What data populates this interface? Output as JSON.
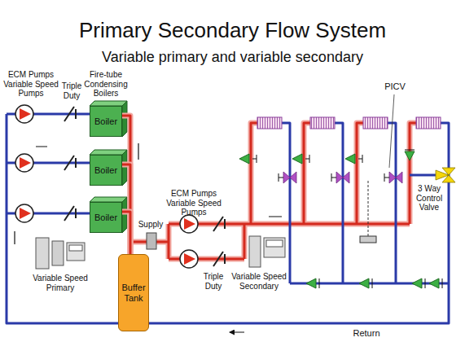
{
  "diagram": {
    "title": "Primary Secondary Flow System",
    "nodes": [
      {
        "text": [
          "Boiler"
        ]
      },
      {
        "text": [
          "Boiler"
        ]
      },
      {
        "text": [
          "Boiler"
        ]
      },
      {
        "text": [
          "Buffer Tank"
        ]
      }
    ],
    "edges": [
      {
        "from": 0,
        "to": 3,
        "arrow": "none"
      },
      {
        "from": 1,
        "to": 3,
        "arrow": "none"
      },
      {
        "from": 2,
        "to": 3,
        "arrow": "none"
      }
    ],
    "labels": [
      "Variable primary and variable secondary",
      "ECM Pumps Variable Speed Pumps",
      "Triple Duty",
      "Fire-tube Condensing Boilers",
      "Variable Speed Primary",
      "Supply",
      "ECM Pumps Variable Speed Pumps",
      "Triple Duty",
      "Variable Speed Secondary",
      "PICV",
      "3 Way Control Valve",
      "Return"
    ]
  }
}
